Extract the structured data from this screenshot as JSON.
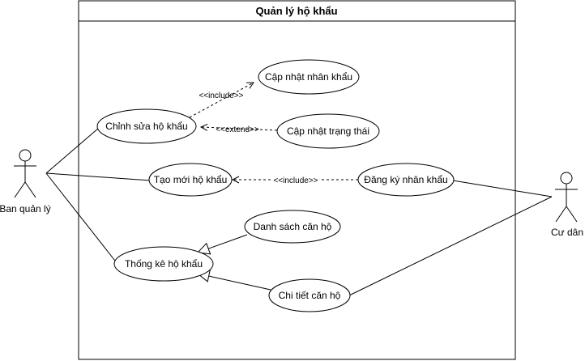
{
  "system": {
    "title": "Quản lý hộ khẩu"
  },
  "actors": {
    "admin": {
      "label": "Ban quản lý"
    },
    "resident": {
      "label": "Cư dân"
    }
  },
  "use_cases": {
    "edit_household": "Chỉnh sửa hộ khẩu",
    "update_member": "Cập nhật nhân khẩu",
    "update_status": "Cập nhật trạng thái",
    "create_household": "Tạo mới hộ khẩu",
    "register_member": "Đăng ký nhân khẩu",
    "household_stats": "Thống kê hộ khẩu",
    "apartment_list": "Danh sách căn hộ",
    "apartment_detail": "Chi tiết căn hộ"
  },
  "relations": {
    "include_update": "<<include>>",
    "extend_status": "<<extend>>",
    "include_register": "<<include>>"
  }
}
